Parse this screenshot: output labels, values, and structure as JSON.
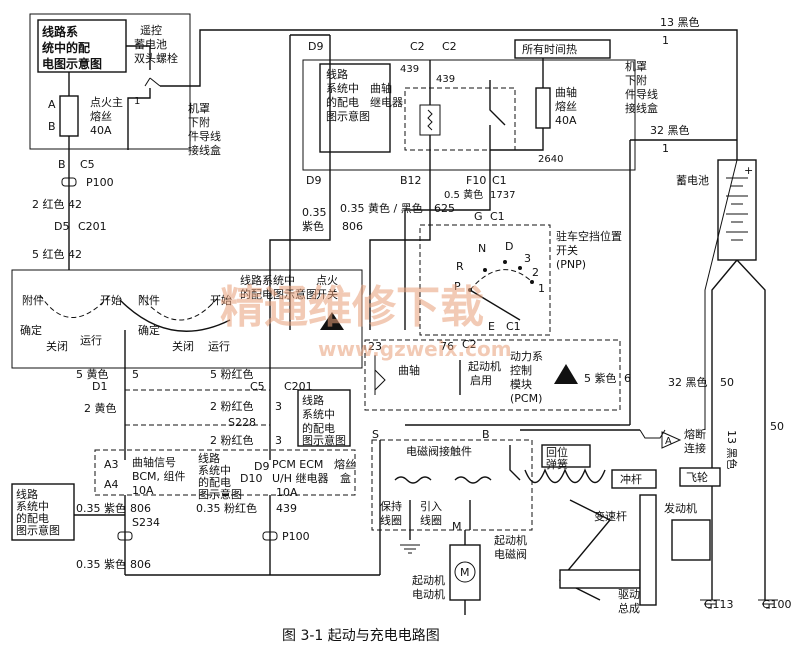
{
  "labels": {
    "wiring_ref_1": [
      "线路系",
      "统中的配",
      "电图示意图"
    ],
    "remote_battery_stud": [
      "遥控",
      "蓄电池",
      "双头螺栓"
    ],
    "ign_main_fuse": [
      "点火主",
      "熔丝",
      "40A"
    ],
    "underhood_box_1": [
      "机罩",
      "下附",
      "件导线",
      "接线盒"
    ],
    "pin_A": "A",
    "pin_B": "B",
    "conn_B_C5": "B",
    "c5": "C5",
    "p100_top": "P100",
    "w_2_red_42": "2 红色 42",
    "d5": "D5",
    "c201_top": "C201",
    "w_5_red_42": "5 红色 42",
    "ign_switch_ref": [
      "线路系统中",
      "的配电图示意图"
    ],
    "ign_switch_title": [
      "点火",
      "开关"
    ],
    "acc1": "附件",
    "start1": "开始",
    "lock1": "确定",
    "off1": "关闭",
    "run1": "运行",
    "acc2": "附件",
    "start2": "开始",
    "lock2": "确定",
    "off2": "关闭",
    "run2": "运行",
    "d9_top": "D9",
    "c2_a": "C2",
    "c2_b": "C2",
    "hot_all_times": "所有时间热",
    "w439a": "439",
    "w439b": "439",
    "ref_wiring_2": [
      "线路",
      "系统中",
      "的配电",
      "图示意图"
    ],
    "crank_relay": [
      "曲轴",
      "继电器"
    ],
    "crank_fuse": [
      "曲轴",
      "熔丝",
      "40A"
    ],
    "underhood_box_2": [
      "机罩",
      "下附",
      "件导线",
      "接线盒"
    ],
    "w13_black": "13 黑色",
    "w13_1": "1",
    "w32_black": "32 黑色",
    "w32_1": "1",
    "battery": "蓄电池",
    "plus": "+",
    "w2640": "2640",
    "d9_mid": "D9",
    "b12": "B12",
    "f10": "F10",
    "c1_a": "C1",
    "w05_yel": "0.5 黄色",
    "w1737": "1737",
    "w035_purple": [
      "0.35",
      "紫色"
    ],
    "w806": "806",
    "w035_ylblk": "0.35 黄色 / 黑色",
    "w625": "625",
    "g": "G",
    "c1_b": "C1",
    "pnp_switch": [
      "驻车空挡位置",
      "开关",
      "(PNP)"
    ],
    "pnp_N": "N",
    "pnp_D": "D",
    "pnp_R": "R",
    "pnp_P": "P",
    "pnp_3": "3",
    "pnp_2": "2",
    "pnp_1": "1",
    "pnp_E": "E",
    "pnp_C1": "C1",
    "n23": "23",
    "n76": "76",
    "c2_pcm": "C2",
    "crank_lbl": "曲轴",
    "crank_enable": [
      "起动机",
      "启用"
    ],
    "pcm": [
      "动力系",
      "控制",
      "模块",
      "(PCM)"
    ],
    "w5_purple": "5 紫色",
    "n6": "6",
    "w5_yellow": "5 黄色",
    "d1": "D1",
    "n5a": "5",
    "w5_pink": "5 粉红色",
    "c5_b": "C5",
    "c201_b": "C201",
    "w2_yellow": "2 黄色",
    "w2_pink_a": "2 粉红色",
    "n3a": "3",
    "s228": "S228",
    "ref_wiring_3": [
      "线路",
      "系统中",
      "的配电",
      "图示意图"
    ],
    "w2_pink_b": "2 粉红色",
    "n3b": "3",
    "a3": "A3",
    "a4": "A4",
    "crank_signal": [
      "曲轴信号",
      "BCM, 组件"
    ],
    "fuse_10a_a": "10A",
    "ref_wiring_4": [
      "线路",
      "系统中",
      "的配电",
      "图示意图"
    ],
    "d9_pcm": "D9",
    "d10": "D10",
    "pcm_ecm": [
      "PCM ECM",
      "U/H 继电器"
    ],
    "fuse_10a_b": "10A",
    "fuse_box": [
      "熔丝",
      "盒"
    ],
    "ref_wiring_5": [
      "线路",
      "系统中",
      "的配电",
      "图示意图"
    ],
    "w035_purple_806": "0.35 紫色",
    "w806b": "806",
    "s234": "S234",
    "w035_pink_439": "0.35 粉红色",
    "w439c": "439",
    "p100_bot": "P100",
    "w035_purple_bot": "0.35 紫色",
    "w806c": "806",
    "s_term": "S",
    "b_term": "B",
    "solenoid_contact": "电磁阀接触件",
    "hold_coil": [
      "保持",
      "线圈"
    ],
    "pull_coil": [
      "引入",
      "线圈"
    ],
    "m_term": "M",
    "return_spring": [
      "回位",
      "弹簧"
    ],
    "plunger": "冲杆",
    "fusible_link": "熔断",
    "fusible_link2": "连接",
    "A_arrow": "A",
    "flywheel": "飞轮",
    "shift_lever": "变速杆",
    "engine": "发动机",
    "starter_solenoid": [
      "起动机",
      "电磁阀"
    ],
    "starter_motor": [
      "起动机",
      "电动机"
    ],
    "motor_M": "M",
    "drive_assy": [
      "驱动",
      "总成"
    ],
    "w32_black_50": "32 黑色",
    "n50a": "50",
    "w13_black_50": "13 黑色",
    "n50b": "50",
    "g113": "G113",
    "g100": "G100"
  },
  "watermark": {
    "main": "精通维修下载",
    "url": "www.gzweix.com"
  },
  "caption": "图 3-1    起动与充电电路图"
}
